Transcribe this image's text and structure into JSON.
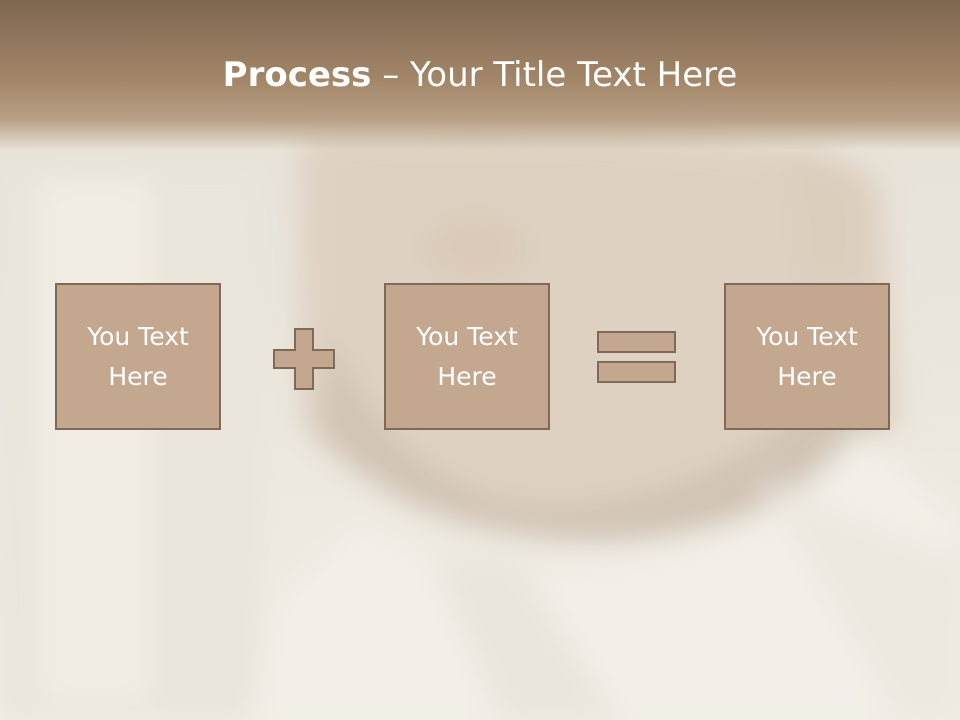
{
  "slide": {
    "title_bold": "Process",
    "title_separator": " – ",
    "title_rest": "Your Title Text Here"
  },
  "boxes": [
    {
      "line1": "You Text",
      "line2": "Here"
    },
    {
      "line1": "You Text",
      "line2": "Here"
    },
    {
      "line1": "You Text",
      "line2": "Here"
    }
  ],
  "operators": {
    "first": "plus-icon",
    "second": "equals-icon"
  },
  "colors": {
    "box_fill": "#c3a88f",
    "box_border": "#7f6a57",
    "title_band": "#8d735b",
    "text": "#ffffff"
  }
}
